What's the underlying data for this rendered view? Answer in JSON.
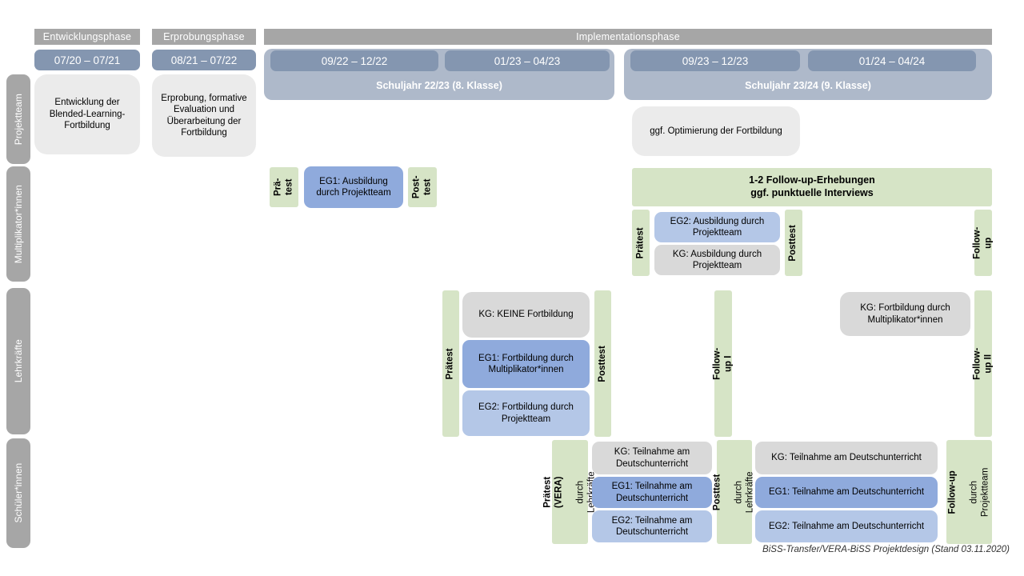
{
  "colors": {
    "phase_header_gray": "#a6a6a6",
    "date_bar_blue": "#8496b0",
    "school_year_blue": "#aeb9ca",
    "content_box_gray": "#ebebeb",
    "eg1_blue": "#8faadc",
    "eg2_light_blue": "#b4c7e7",
    "kg_gray": "#d9d9d9",
    "test_green": "#d6e4c6"
  },
  "phases": {
    "p1": "Entwicklungsphase",
    "p2": "Erprobungsphase",
    "p3": "Implementationsphase"
  },
  "timeline": {
    "d1": "07/20 – 07/21",
    "d2": "08/21 – 07/22",
    "d3": "09/22 – 12/22",
    "d4": "01/23 – 04/23",
    "d5": "09/23 – 12/23",
    "d6": "01/24 – 04/24",
    "sy1": "Schuljahr 22/23 (8. Klasse)",
    "sy2": "Schuljahr 23/24 (9. Klasse)"
  },
  "row_labels": {
    "projektteam": "Projektteam",
    "multiplikatoren": "Multiplikator*innen",
    "lehrkraefte": "Lehrkräfte",
    "schueler": "Schüler*innen"
  },
  "projektteam": {
    "development": "Entwicklung der Blended-Learning-Fortbildung",
    "trial": "Erprobung, formative Evaluation und Überarbeitung der Fortbildung",
    "optimization": "ggf. Optimierung der Fortbildung"
  },
  "multiplikatoren": {
    "pretest_small": "Prä-\ntest",
    "eg1": "EG1: Ausbildung durch Projektteam",
    "posttest_small": "Post-\ntest",
    "followup_box": "1-2 Follow-up-Erhebungen\nggf. punktuelle Interviews",
    "pretest": "Prätest",
    "eg2": "EG2: Ausbildung durch Projektteam",
    "kg": "KG: Ausbildung durch Projektteam",
    "posttest": "Posttest",
    "followup": "Follow-up"
  },
  "lehrkraefte": {
    "pretest": "Prätest",
    "kg": "KG: KEINE Fortbildung",
    "eg1": "EG1: Fortbildung durch Multiplikator*innen",
    "eg2": "EG2: Fortbildung durch Projektteam",
    "posttest": "Posttest",
    "followup1": "Follow-up I",
    "kg2": "KG: Fortbildung durch Multiplikator*innen",
    "followup2": "Follow-up II"
  },
  "schueler": {
    "pretest_title": "Prätest (VERA)",
    "pretest_sub": "durch Lehrkräfte",
    "kg1": "KG: Teilnahme am Deutschunterricht",
    "eg1a": "EG1: Teilnahme am Deutschunterricht",
    "eg2a": "EG2: Teilnahme am Deutschunterricht",
    "posttest_title": "Posttest",
    "posttest_sub": "durch Lehrkräfte",
    "kg2": "KG: Teilnahme am Deutschunterricht",
    "eg1b": "EG1: Teilnahme am Deutschunterricht",
    "eg2b": "EG2: Teilnahme am Deutschunterricht",
    "followup_title": "Follow-up",
    "followup_sub": "durch\nProjektteam"
  },
  "caption": "BiSS-Transfer/VERA-BiSS Projektdesign (Stand 03.11.2020)"
}
